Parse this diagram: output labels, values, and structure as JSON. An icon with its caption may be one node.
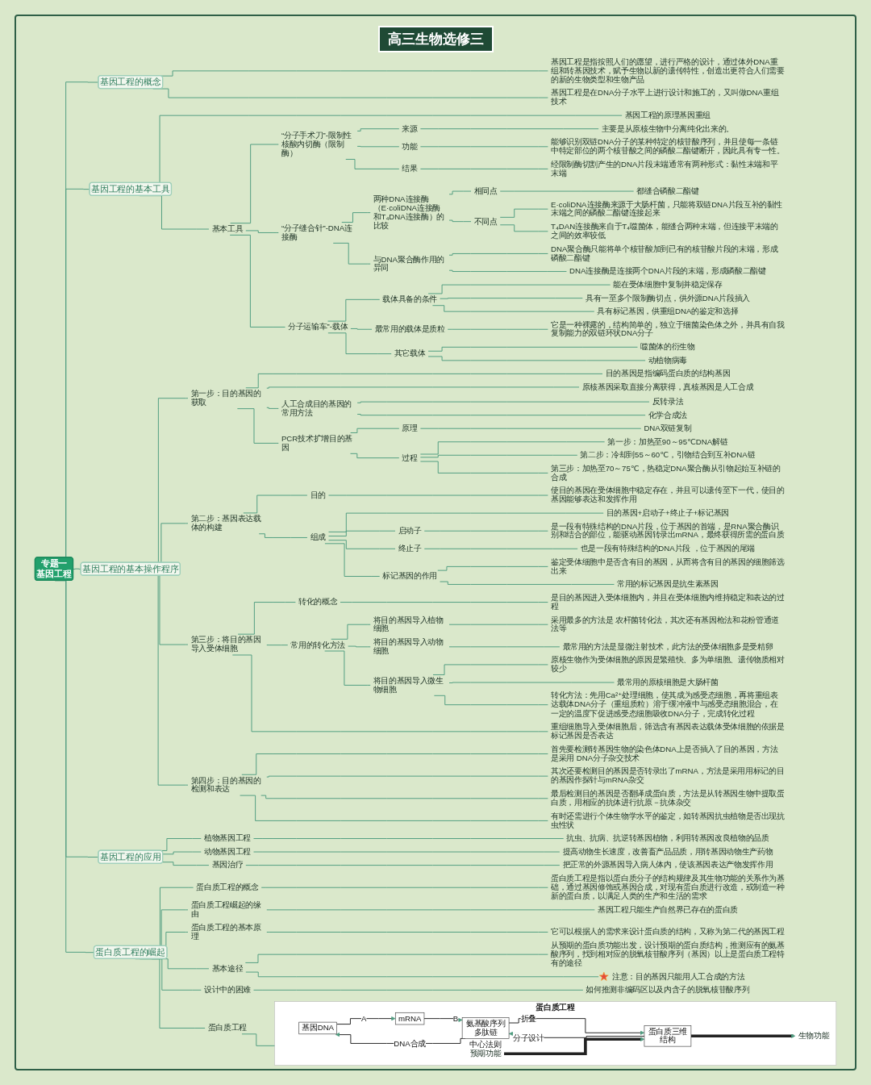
{
  "diagram": {
    "title": "高三生物选修三",
    "nodes": [
      {
        "text": [
          "专题一",
          "基因工程"
        ]
      },
      {
        "text": [
          "基因工程的概念"
        ]
      },
      {
        "text": [
          "基因工程是指按照人们的愿望，进行严格的设计，通过体外DNA重组和转基因技术，赋予生物以新的遗传特性，创造出更符合人们需要的新的生物类型和生物产品"
        ]
      },
      {
        "text": [
          "基因工程是在DNA分子水平上进行设计和施工的，又叫做DNA重组技术"
        ]
      },
      {
        "text": [
          "基因工程的基本工具"
        ]
      },
      {
        "text": [
          "基因工程的原理基因重组"
        ]
      },
      {
        "text": [
          "基本工具"
        ]
      },
      {
        "text": [
          "“分子手术刀”-限制性核酸内切酶（限制酶）"
        ]
      },
      {
        "text": [
          "来源"
        ]
      },
      {
        "text": [
          "主要是从原核生物中分离纯化出来的。"
        ]
      },
      {
        "text": [
          "功能"
        ]
      },
      {
        "text": [
          "能够识别双链DNA分子的某种特定的核苷酸序列，并且使每一条链中特定部位的两个核苷酸之间的磷酸二酯键断开，因此具有专一性。"
        ]
      },
      {
        "text": [
          "结果"
        ]
      },
      {
        "text": [
          "经限制酶切割产生的DNA片段末端通常有两种形式：黏性末端和平末端"
        ]
      },
      {
        "text": [
          "“分子缝合针”-DNA连接酶"
        ]
      },
      {
        "text": [
          "两种DNA连接酶（E·coliDNA连接酶和T₄DNA连接酶）的比较"
        ]
      },
      {
        "text": [
          "相同点"
        ]
      },
      {
        "text": [
          "都缝合磷酸二酯键"
        ]
      },
      {
        "text": [
          "不同点"
        ]
      },
      {
        "text": [
          "E·coliDNA连接酶来源于大肠杆菌，只能将双链DNA片段互补的黏性末端之间的磷酸二酯键连接起来"
        ]
      },
      {
        "text": [
          "T₄DAN连接酶来自于T₄噬菌体，能缝合两种末端，但连接平末端的之间的效率较低"
        ]
      },
      {
        "text": [
          "与DNA聚合酶作用的异同"
        ]
      },
      {
        "text": [
          "DNA聚合酶只能将单个核苷酸加到已有的核苷酸片段的末端，形成磷酸二酯键"
        ]
      },
      {
        "text": [
          "DNA连接酶是连接两个DNA片段的末端，形成磷酸二酯键"
        ]
      },
      {
        "text": [
          "分子运输车”-载体"
        ]
      },
      {
        "text": [
          "载体具备的条件"
        ]
      },
      {
        "text": [
          "能在受体细胞中复制并稳定保存"
        ]
      },
      {
        "text": [
          "具有一至多个限制酶切点，供外源DNA片段插入"
        ]
      },
      {
        "text": [
          "具有标记基因，供重组DNA的鉴定和选择"
        ]
      },
      {
        "text": [
          "最常用的载体是质粒"
        ]
      },
      {
        "text": [
          "它是一种裸露的，结构简单的，独立于细菌染色体之外，并具有自我复制能力的双链环状DNA分子"
        ]
      },
      {
        "text": [
          "其它载体"
        ]
      },
      {
        "text": [
          "噬菌体的衍生物"
        ]
      },
      {
        "text": [
          "动植物病毒"
        ]
      },
      {
        "text": [
          "基因工程的基本操作程序"
        ]
      },
      {
        "text": [
          "第一步：目的基因的获取"
        ]
      },
      {
        "text": [
          "目的基因是指编码蛋白质的结构基因"
        ]
      },
      {
        "text": [
          "原核基因采取直接分离获得，真核基因是人工合成"
        ]
      },
      {
        "text": [
          "人工合成目的基因的常用方法"
        ]
      },
      {
        "text": [
          "反转录法"
        ]
      },
      {
        "text": [
          "化学合成法"
        ]
      },
      {
        "text": [
          "PCR技术扩增目的基因"
        ]
      },
      {
        "text": [
          "原理"
        ]
      },
      {
        "text": [
          "DNA双链复制"
        ]
      },
      {
        "text": [
          "过程"
        ]
      },
      {
        "text": [
          "第一步：加热至90～95℃DNA解链"
        ]
      },
      {
        "text": [
          "第二步：冷却到55～60℃，引物结合到互补DNA链"
        ]
      },
      {
        "text": [
          "第三步：加热至70～75℃，热稳定DNA聚合酶从引物起始互补链的合成"
        ]
      },
      {
        "text": [
          "第二步：基因表达载体的构建"
        ]
      },
      {
        "text": [
          "目的"
        ]
      },
      {
        "text": [
          "使目的基因在受体细胞中稳定存在，并且可以遗传至下一代，使目的基因能够表达和发挥作用"
        ]
      },
      {
        "text": [
          "组成"
        ]
      },
      {
        "text": [
          "目的基因+启动子+终止子+标记基因"
        ]
      },
      {
        "text": [
          "启动子"
        ]
      },
      {
        "text": [
          "是一段有特殊结构的DNA片段，位于基因的首端，是RNA聚合酶识别和结合的部位，能驱动基因转录出mRNA，最终获得所需的蛋白质"
        ]
      },
      {
        "text": [
          "终止子"
        ]
      },
      {
        "text": [
          "也是一段有特殊结构的DNA片段 ，位于基因的尾端"
        ]
      },
      {
        "text": [
          "标记基因的作用"
        ]
      },
      {
        "text": [
          "鉴定受体细胞中是否含有目的基因，从而将含有目的基因的细胞筛选出来"
        ]
      },
      {
        "text": [
          "常用的标记基因是抗生素基因"
        ]
      },
      {
        "text": [
          "第三步：将目的基因导入受体细胞"
        ]
      },
      {
        "text": [
          "转化的概念"
        ]
      },
      {
        "text": [
          "是目的基因进入受体细胞内，并且在受体细胞内维持稳定和表达的过程"
        ]
      },
      {
        "text": [
          "常用的转化方法"
        ]
      },
      {
        "text": [
          "将目的基因导入植物细胞"
        ]
      },
      {
        "text": [
          "采用最多的方法是 农杆菌转化法，其次还有基因枪法和花粉管通道法等"
        ]
      },
      {
        "text": [
          "将目的基因导入动物细胞"
        ]
      },
      {
        "text": [
          "最常用的方法是显微注射技术，此方法的受体细胞多是受精卵"
        ]
      },
      {
        "text": [
          "将目的基因导入微生物细胞"
        ]
      },
      {
        "text": [
          "原核生物作为受体细胞的原因是繁殖快、多为单细胞、遗传物质相对较少"
        ]
      },
      {
        "text": [
          "最常用的原核细胞是大肠杆菌"
        ]
      },
      {
        "text": [
          "转化方法：先用Ca²⁺处理细胞，使其成为感受态细胞，再将重组表达载体DNA分子（重组质粒）溶于缓冲液中与感受态细胞混合，在一定的温度下促进感受态细胞吸收DNA分子，完成转化过程"
        ]
      },
      {
        "text": [
          "重组细胞导入受体细胞后，筛选含有基因表达载体受体细胞的依据是标记基因是否表达"
        ]
      },
      {
        "text": [
          "第四步：目的基因的检测和表达"
        ]
      },
      {
        "text": [
          "首先要检测转基因生物的染色体DNA上是否插入了目的基因，方法是采用 DNA分子杂交技术"
        ]
      },
      {
        "text": [
          "其次还要检测目的基因是否转录出了mRNA，方法是采用用标记的目的基因作探针与mRNA杂交"
        ]
      },
      {
        "text": [
          "最后检测目的基因是否翻译成蛋白质，方法是从转基因生物中提取蛋白质，用相应的抗体进行抗原－抗体杂交"
        ]
      },
      {
        "text": [
          "有时还需进行个体生物学水平的鉴定，如转基因抗虫植物是否出现抗虫性状"
        ]
      },
      {
        "text": [
          "基因工程的应用"
        ]
      },
      {
        "text": [
          "植物基因工程"
        ]
      },
      {
        "text": [
          "抗虫、抗病、抗逆转基因植物，利用转基因改良植物的品质"
        ]
      },
      {
        "text": [
          "动物基因工程"
        ]
      },
      {
        "text": [
          "提高动物生长速度，改善畜产品品质，用转基因动物生产药物"
        ]
      },
      {
        "text": [
          "基因治疗"
        ]
      },
      {
        "text": [
          "把正常的外源基因导入病人体内，使该基因表达产物发挥作用"
        ]
      },
      {
        "text": [
          "蛋白质工程的崛起"
        ]
      },
      {
        "text": [
          "蛋白质工程的概念"
        ]
      },
      {
        "text": [
          "蛋白质工程是指以蛋白质分子的结构规律及其生物功能的关系作为基础，通过基因修饰或基因合成，对现有蛋白质进行改造，或制造一种新的蛋白质，以满足人类的生产和生活的需求"
        ]
      },
      {
        "text": [
          "蛋白质工程崛起的缘由"
        ]
      },
      {
        "text": [
          "基因工程只能生产自然界已存在的蛋白质"
        ]
      },
      {
        "text": [
          "蛋白质工程的基本原理"
        ]
      },
      {
        "text": [
          "它可以根据人的需求来设计蛋白质的结构，又称为第二代的基因工程"
        ]
      },
      {
        "text": [
          "基本途径"
        ]
      },
      {
        "text": [
          "从预期的蛋白质功能出发，设计预期的蛋白质结构，推测应有的氨基酸序列，找到相对应的脱氧核苷酸序列（基因）以上是蛋白质工程特有的途径"
        ]
      },
      {
        "text": [
          "注意：目的基因只能用人工合成的方法"
        ]
      },
      {
        "text": [
          "设计中的困难"
        ]
      },
      {
        "text": [
          "如何推测非编码区以及内含子的脱氧核苷酸序列"
        ]
      },
      {
        "text": [
          "蛋白质工程"
        ]
      },
      {
        "text": [
          "蛋白质工程"
        ]
      },
      {
        "text": [
          "基因DNA"
        ],
        "in": 98
      },
      {
        "text": [
          "mRNA"
        ],
        "in": 98
      },
      {
        "text": [
          "氨基酸序列多肽链"
        ],
        "in": 98,
        "beside": [
          "中心法则"
        ]
      },
      {
        "text": [
          "蛋白质三维结构"
        ],
        "in": 98
      },
      {
        "text": [
          "预期功能"
        ],
        "in": 98
      },
      {
        "text": [
          "生物功能"
        ],
        "in": 98
      }
    ],
    "edges": [
      {
        "from": 0,
        "to": 1,
        "arrow": "none"
      },
      {
        "from": 1,
        "to": 2,
        "arrow": "none"
      },
      {
        "from": 1,
        "to": 3,
        "arrow": "none"
      },
      {
        "from": 0,
        "to": 4,
        "arrow": "none"
      },
      {
        "from": 4,
        "to": 5,
        "arrow": "none"
      },
      {
        "from": 4,
        "to": 6,
        "arrow": "none"
      },
      {
        "from": 6,
        "to": 7,
        "arrow": "none"
      },
      {
        "from": 7,
        "to": 8,
        "arrow": "none"
      },
      {
        "from": 8,
        "to": 9,
        "arrow": "none"
      },
      {
        "from": 7,
        "to": 10,
        "arrow": "none"
      },
      {
        "from": 10,
        "to": 11,
        "arrow": "none"
      },
      {
        "from": 7,
        "to": 12,
        "arrow": "none"
      },
      {
        "from": 12,
        "to": 13,
        "arrow": "none"
      },
      {
        "from": 6,
        "to": 14,
        "arrow": "none"
      },
      {
        "from": 14,
        "to": 15,
        "arrow": "none"
      },
      {
        "from": 15,
        "to": 16,
        "arrow": "none"
      },
      {
        "from": 16,
        "to": 17,
        "arrow": "none"
      },
      {
        "from": 15,
        "to": 18,
        "arrow": "none"
      },
      {
        "from": 18,
        "to": 19,
        "arrow": "none"
      },
      {
        "from": 18,
        "to": 20,
        "arrow": "none"
      },
      {
        "from": 14,
        "to": 21,
        "arrow": "none"
      },
      {
        "from": 21,
        "to": 22,
        "arrow": "none"
      },
      {
        "from": 21,
        "to": 23,
        "arrow": "none"
      },
      {
        "from": 6,
        "to": 24,
        "arrow": "none"
      },
      {
        "from": 24,
        "to": 25,
        "arrow": "none"
      },
      {
        "from": 25,
        "to": 26,
        "arrow": "none"
      },
      {
        "from": 25,
        "to": 27,
        "arrow": "none"
      },
      {
        "from": 25,
        "to": 28,
        "arrow": "none"
      },
      {
        "from": 24,
        "to": 29,
        "arrow": "none"
      },
      {
        "from": 29,
        "to": 30,
        "arrow": "none"
      },
      {
        "from": 24,
        "to": 31,
        "arrow": "none"
      },
      {
        "from": 31,
        "to": 32,
        "arrow": "none"
      },
      {
        "from": 31,
        "to": 33,
        "arrow": "none"
      },
      {
        "from": 0,
        "to": 34,
        "arrow": "none"
      },
      {
        "from": 34,
        "to": 35,
        "arrow": "none"
      },
      {
        "from": 35,
        "to": 36,
        "arrow": "none"
      },
      {
        "from": 35,
        "to": 37,
        "arrow": "none"
      },
      {
        "from": 35,
        "to": 38,
        "arrow": "none"
      },
      {
        "from": 38,
        "to": 39,
        "arrow": "none"
      },
      {
        "from": 38,
        "to": 40,
        "arrow": "none"
      },
      {
        "from": 35,
        "to": 41,
        "arrow": "none"
      },
      {
        "from": 41,
        "to": 42,
        "arrow": "none"
      },
      {
        "from": 42,
        "to": 43,
        "arrow": "none"
      },
      {
        "from": 41,
        "to": 44,
        "arrow": "none"
      },
      {
        "from": 44,
        "to": 45,
        "arrow": "none"
      },
      {
        "from": 44,
        "to": 46,
        "arrow": "none"
      },
      {
        "from": 44,
        "to": 47,
        "arrow": "none"
      },
      {
        "from": 34,
        "to": 48,
        "arrow": "none"
      },
      {
        "from": 48,
        "to": 49,
        "arrow": "none"
      },
      {
        "from": 49,
        "to": 50,
        "arrow": "none"
      },
      {
        "from": 48,
        "to": 51,
        "arrow": "none"
      },
      {
        "from": 51,
        "to": 52,
        "arrow": "none"
      },
      {
        "from": 51,
        "to": 53,
        "arrow": "none"
      },
      {
        "from": 53,
        "to": 54,
        "arrow": "none"
      },
      {
        "from": 51,
        "to": 55,
        "arrow": "none"
      },
      {
        "from": 55,
        "to": 56,
        "arrow": "none"
      },
      {
        "from": 51,
        "to": 57,
        "arrow": "none"
      },
      {
        "from": 57,
        "to": 58,
        "arrow": "none"
      },
      {
        "from": 57,
        "to": 59,
        "arrow": "none"
      },
      {
        "from": 34,
        "to": 60,
        "arrow": "none"
      },
      {
        "from": 60,
        "to": 61,
        "arrow": "none"
      },
      {
        "from": 61,
        "to": 62,
        "arrow": "none"
      },
      {
        "from": 60,
        "to": 63,
        "arrow": "none"
      },
      {
        "from": 63,
        "to": 64,
        "arrow": "none"
      },
      {
        "from": 64,
        "to": 65,
        "arrow": "none"
      },
      {
        "from": 63,
        "to": 66,
        "arrow": "none"
      },
      {
        "from": 66,
        "to": 67,
        "arrow": "none"
      },
      {
        "from": 63,
        "to": 68,
        "arrow": "none"
      },
      {
        "from": 68,
        "to": 69,
        "arrow": "none"
      },
      {
        "from": 68,
        "to": 70,
        "arrow": "none"
      },
      {
        "from": 68,
        "to": 71,
        "arrow": "none"
      },
      {
        "from": 60,
        "to": 72,
        "arrow": "none"
      },
      {
        "from": 34,
        "to": 73,
        "arrow": "none"
      },
      {
        "from": 73,
        "to": 74,
        "arrow": "none"
      },
      {
        "from": 73,
        "to": 75,
        "arrow": "none"
      },
      {
        "from": 73,
        "to": 76,
        "arrow": "none"
      },
      {
        "from": 73,
        "to": 77,
        "arrow": "none"
      },
      {
        "from": 0,
        "to": 78,
        "arrow": "none"
      },
      {
        "from": 78,
        "to": 79,
        "arrow": "none"
      },
      {
        "from": 79,
        "to": 80,
        "arrow": "none"
      },
      {
        "from": 78,
        "to": 81,
        "arrow": "none"
      },
      {
        "from": 81,
        "to": 82,
        "arrow": "none"
      },
      {
        "from": 78,
        "to": 83,
        "arrow": "none"
      },
      {
        "from": 83,
        "to": 84,
        "arrow": "none"
      },
      {
        "from": 0,
        "to": 85,
        "arrow": "none"
      },
      {
        "from": 85,
        "to": 86,
        "arrow": "none"
      },
      {
        "from": 86,
        "to": 87,
        "arrow": "none"
      },
      {
        "from": 85,
        "to": 88,
        "arrow": "none"
      },
      {
        "from": 88,
        "to": 89,
        "arrow": "none"
      },
      {
        "from": 85,
        "to": 90,
        "arrow": "none"
      },
      {
        "from": 90,
        "to": 91,
        "arrow": "none"
      },
      {
        "from": 85,
        "to": 92,
        "arrow": "none"
      },
      {
        "from": 92,
        "to": 93,
        "arrow": "none"
      },
      {
        "from": 92,
        "to": 94,
        "arrow": "none"
      },
      {
        "from": 85,
        "to": 95,
        "arrow": "none"
      },
      {
        "from": 95,
        "to": 96,
        "arrow": "none"
      },
      {
        "from": 85,
        "to": 97,
        "arrow": "none"
      },
      {
        "from": 97,
        "to": 98,
        "arrow": "none"
      },
      {
        "from": 101,
        "to": 99,
        "arrow": "to",
        "label": "DNA合成",
        "color": "#222222"
      },
      {
        "from": 102,
        "to": 101,
        "arrow": "to",
        "label": "分子设计",
        "color": "#222222"
      },
      {
        "from": 99,
        "to": 100,
        "arrow": "to",
        "label": "A",
        "color": "#222222"
      },
      {
        "from": 100,
        "to": 101,
        "arrow": "to",
        "label": "B",
        "color": "#222222"
      },
      {
        "from": 101,
        "to": 102,
        "arrow": "to",
        "label": "折叠",
        "color": "#222222"
      },
      {
        "from": 103,
        "to": 102,
        "arrow": "to",
        "style": "thick",
        "color": "#222222"
      },
      {
        "from": 102,
        "to": 104,
        "arrow": "to",
        "style": "thick",
        "color": "#222222"
      }
    ]
  }
}
